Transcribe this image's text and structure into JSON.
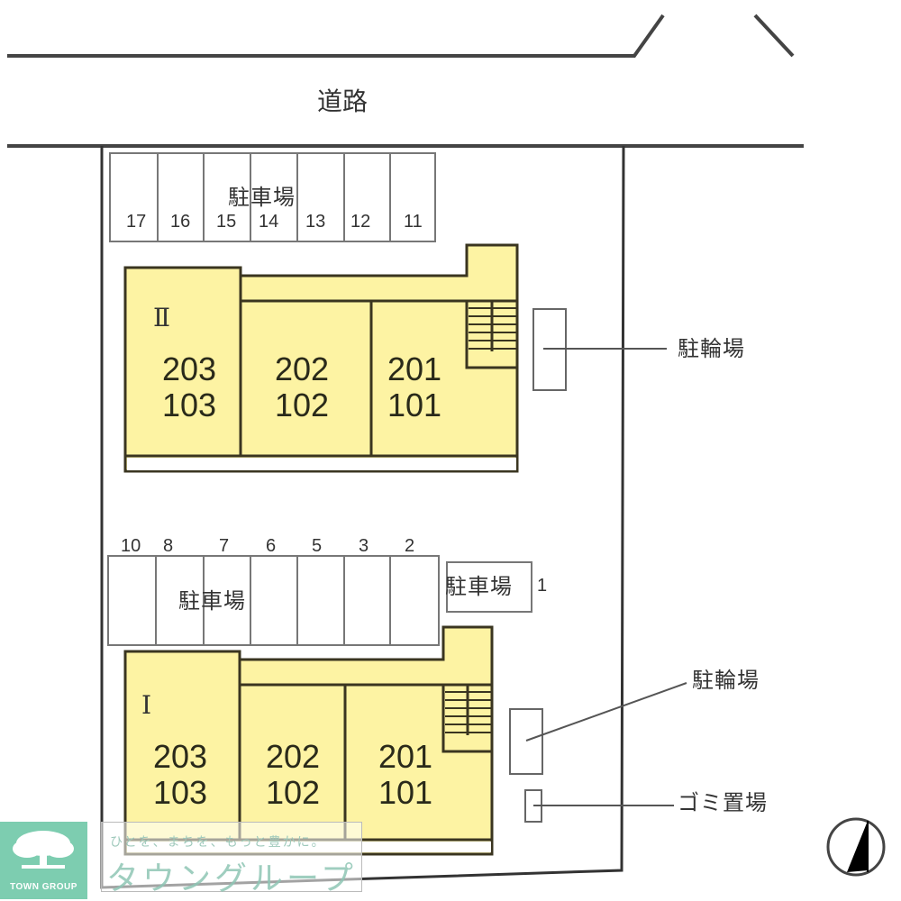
{
  "road": {
    "label": "道路"
  },
  "colors": {
    "building_fill": "#fdf3a3",
    "line": "#333333",
    "logo_bg": "#7dcdb0",
    "watermark_text": "#8fc6b5"
  },
  "parking_north": {
    "label": "駐車場",
    "spaces": [
      "17",
      "16",
      "15",
      "14",
      "13",
      "12",
      "11"
    ]
  },
  "building_2": {
    "id": "Ⅱ",
    "units": [
      {
        "upper": "203",
        "lower": "103"
      },
      {
        "upper": "202",
        "lower": "102"
      },
      {
        "upper": "201",
        "lower": "101"
      }
    ],
    "bicycle_parking_label": "駐輪場"
  },
  "parking_south": {
    "label": "駐車場",
    "spaces": [
      "10",
      "8",
      "7",
      "6",
      "5",
      "3",
      "2"
    ]
  },
  "parking_single": {
    "label": "駐車場",
    "space": "1"
  },
  "building_1": {
    "id": "Ⅰ",
    "units": [
      {
        "upper": "203",
        "lower": "103"
      },
      {
        "upper": "202",
        "lower": "102"
      },
      {
        "upper": "201",
        "lower": "101"
      }
    ],
    "bicycle_parking_label": "駐輪場",
    "garbage_label": "ゴミ置場"
  },
  "compass": {
    "icon": "north-arrow-icon"
  },
  "watermark": {
    "logo_text": "TOWN GROUP",
    "slogan": "ひとを、まちを、もっと豊かに。",
    "brand": "タウングループ"
  }
}
